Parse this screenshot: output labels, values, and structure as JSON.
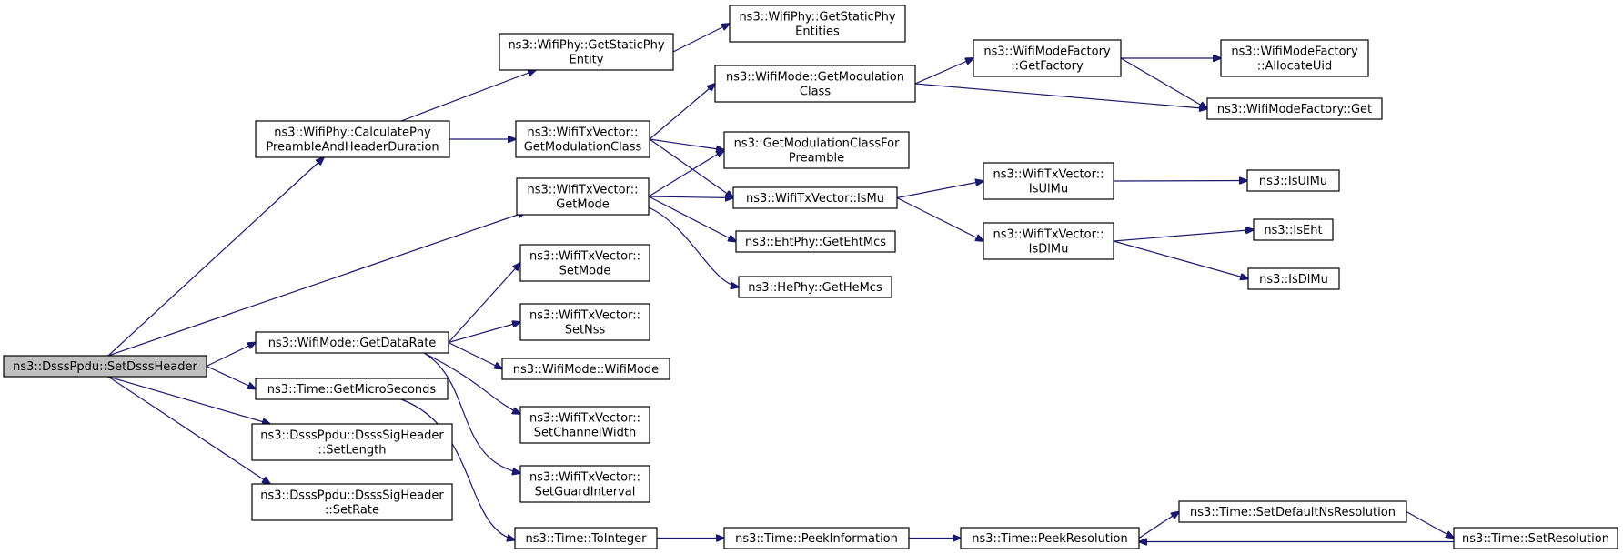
{
  "diagram": {
    "type": "call-graph",
    "colors": {
      "edge": "#191970",
      "node_border": "#000000",
      "node_fill": "#ffffff",
      "root_fill": "#bfbfbf"
    },
    "nodes": [
      {
        "id": "setdsss",
        "lines": [
          "ns3::DsssPpdu::SetDsssHeader"
        ],
        "root": true
      },
      {
        "id": "calcphy",
        "lines": [
          "ns3::WifiPhy::CalculatePhy",
          "PreambleAndHeaderDuration"
        ]
      },
      {
        "id": "getmodetx",
        "lines": [
          "ns3::WifiTxVector::",
          "GetMode"
        ]
      },
      {
        "id": "getdatarate",
        "lines": [
          "ns3::WifiMode::GetDataRate"
        ]
      },
      {
        "id": "getmicro",
        "lines": [
          "ns3::Time::GetMicroSeconds"
        ]
      },
      {
        "id": "setlength",
        "lines": [
          "ns3::DsssPpdu::DsssSigHeader",
          "::SetLength"
        ]
      },
      {
        "id": "setrate",
        "lines": [
          "ns3::DsssPpdu::DsssSigHeader",
          "::SetRate"
        ]
      },
      {
        "id": "getstaticent",
        "lines": [
          "ns3::WifiPhy::GetStaticPhy",
          "Entity"
        ]
      },
      {
        "id": "getstaticents",
        "lines": [
          "ns3::WifiPhy::GetStaticPhy",
          "Entities"
        ]
      },
      {
        "id": "getmodclasstx",
        "lines": [
          "ns3::WifiTxVector::",
          "GetModulationClass"
        ]
      },
      {
        "id": "getmodclassmode",
        "lines": [
          "ns3::WifiMode::GetModulation",
          "Class"
        ]
      },
      {
        "id": "getmodclasspre",
        "lines": [
          "ns3::GetModulationClassFor",
          "Preamble"
        ]
      },
      {
        "id": "ismu",
        "lines": [
          "ns3::WifiTxVector::IsMu"
        ]
      },
      {
        "id": "getehtmcs",
        "lines": [
          "ns3::EhtPhy::GetEhtMcs"
        ]
      },
      {
        "id": "gethemcs",
        "lines": [
          "ns3::HePhy::GetHeMcs"
        ]
      },
      {
        "id": "setmode",
        "lines": [
          "ns3::WifiTxVector::",
          "SetMode"
        ]
      },
      {
        "id": "setnss",
        "lines": [
          "ns3::WifiTxVector::",
          "SetNss"
        ]
      },
      {
        "id": "wifimode",
        "lines": [
          "ns3::WifiMode::WifiMode"
        ]
      },
      {
        "id": "setchw",
        "lines": [
          "ns3::WifiTxVector::",
          "SetChannelWidth"
        ]
      },
      {
        "id": "setgi",
        "lines": [
          "ns3::WifiTxVector::",
          "SetGuardInterval"
        ]
      },
      {
        "id": "tointeger",
        "lines": [
          "ns3::Time::ToInteger"
        ]
      },
      {
        "id": "peekinfo",
        "lines": [
          "ns3::Time::PeekInformation"
        ]
      },
      {
        "id": "peekres",
        "lines": [
          "ns3::Time::PeekResolution"
        ]
      },
      {
        "id": "setdefns",
        "lines": [
          "ns3::Time::SetDefaultNsResolution"
        ]
      },
      {
        "id": "setres",
        "lines": [
          "ns3::Time::SetResolution"
        ]
      },
      {
        "id": "getfactory",
        "lines": [
          "ns3::WifiModeFactory",
          "::GetFactory"
        ]
      },
      {
        "id": "allocuid",
        "lines": [
          "ns3::WifiModeFactory",
          "::AllocateUid"
        ]
      },
      {
        "id": "wmfget",
        "lines": [
          "ns3::WifiModeFactory::Get"
        ]
      },
      {
        "id": "isulmu_tx",
        "lines": [
          "ns3::WifiTxVector::",
          "IsUlMu"
        ]
      },
      {
        "id": "isdlmu_tx",
        "lines": [
          "ns3::WifiTxVector::",
          "IsDlMu"
        ]
      },
      {
        "id": "isulmu",
        "lines": [
          "ns3::IsUlMu"
        ]
      },
      {
        "id": "iseht",
        "lines": [
          "ns3::IsEht"
        ]
      },
      {
        "id": "isdlmu",
        "lines": [
          "ns3::IsDlMu"
        ]
      }
    ],
    "edges": [
      [
        "setdsss",
        "calcphy"
      ],
      [
        "setdsss",
        "getmodetx"
      ],
      [
        "setdsss",
        "getdatarate"
      ],
      [
        "setdsss",
        "getmicro"
      ],
      [
        "setdsss",
        "setlength"
      ],
      [
        "setdsss",
        "setrate"
      ],
      [
        "calcphy",
        "getstaticent"
      ],
      [
        "calcphy",
        "getmodclasstx"
      ],
      [
        "getstaticent",
        "getstaticents"
      ],
      [
        "getmodclasstx",
        "getmodclassmode"
      ],
      [
        "getmodclasstx",
        "getmodclasspre"
      ],
      [
        "getmodclasstx",
        "ismu"
      ],
      [
        "getmodetx",
        "getmodclasspre"
      ],
      [
        "getmodetx",
        "ismu"
      ],
      [
        "getmodetx",
        "getehtmcs"
      ],
      [
        "getmodetx",
        "gethemcs"
      ],
      [
        "getdatarate",
        "setmode"
      ],
      [
        "getdatarate",
        "setnss"
      ],
      [
        "getdatarate",
        "wifimode"
      ],
      [
        "getdatarate",
        "setchw"
      ],
      [
        "getdatarate",
        "setgi"
      ],
      [
        "getmicro",
        "tointeger"
      ],
      [
        "tointeger",
        "peekinfo"
      ],
      [
        "peekinfo",
        "peekres"
      ],
      [
        "peekres",
        "setdefns"
      ],
      [
        "setdefns",
        "setres"
      ],
      [
        "setres",
        "peekres"
      ],
      [
        "getmodclassmode",
        "getfactory"
      ],
      [
        "getmodclassmode",
        "wmfget"
      ],
      [
        "getfactory",
        "allocuid"
      ],
      [
        "getfactory",
        "wmfget"
      ],
      [
        "ismu",
        "isulmu_tx"
      ],
      [
        "ismu",
        "isdlmu_tx"
      ],
      [
        "isulmu_tx",
        "isulmu"
      ],
      [
        "isdlmu_tx",
        "iseht"
      ],
      [
        "isdlmu_tx",
        "isdlmu"
      ]
    ]
  }
}
